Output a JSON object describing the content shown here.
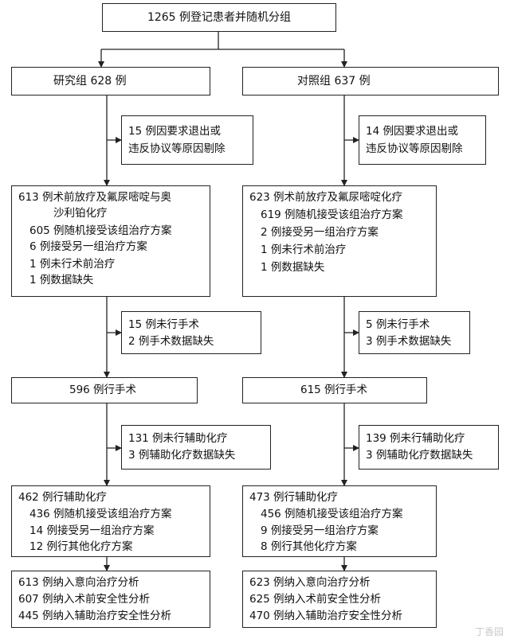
{
  "top": {
    "text": "1265 例登记患者并随机分组"
  },
  "left": {
    "group": "研究组 628 例",
    "excl1": [
      "15  例因要求退出或",
      "违反协议等原因剔除"
    ],
    "neo": [
      "613 例术前放疗及氟尿嘧啶与奥",
      "沙利铂化疗",
      "605 例随机接受该组治疗方案",
      "6 例接受另一组治疗方案",
      "1 例未行术前治疗",
      "1 例数据缺失"
    ],
    "excl2": [
      "15 例未行手术",
      "2 例手术数据缺失"
    ],
    "surgery": "596 例行手术",
    "excl3": [
      "131 例未行辅助化疗",
      "3 例辅助化疗数据缺失"
    ],
    "adj": [
      "462 例行辅助化疗",
      "436 例随机接受该组治疗方案",
      "14 例接受另一组治疗方案",
      "12 例行其他化疗方案"
    ],
    "analysis": [
      "613 例纳入意向治疗分析",
      "607 例纳入术前安全性分析",
      "445 例纳入辅助治疗安全性分析"
    ]
  },
  "right": {
    "group": "对照组 637 例",
    "excl1": [
      "14  例因要求退出或",
      "违反协议等原因剔除"
    ],
    "neo": [
      "623 例术前放疗及氟尿嘧啶化疗",
      "619 例随机接受该组治疗方案",
      "2 例接受另一组治疗方案",
      "1 例未行术前治疗",
      "1 例数据缺失"
    ],
    "excl2": [
      "5 例未行手术",
      "3 例手术数据缺失"
    ],
    "surgery": "615 例行手术",
    "excl3": [
      "139 例未行辅助化疗",
      "3 例辅助化疗数据缺失"
    ],
    "adj": [
      "473 例行辅助化疗",
      "456 例随机接受该组治疗方案",
      "9 例接受另一组治疗方案",
      "8 例行其他化疗方案"
    ],
    "analysis": [
      "623 例纳入意向治疗分析",
      "625 例纳入术前安全性分析",
      "470 例纳入辅助治疗安全性分析"
    ]
  },
  "watermark": "丁香园"
}
